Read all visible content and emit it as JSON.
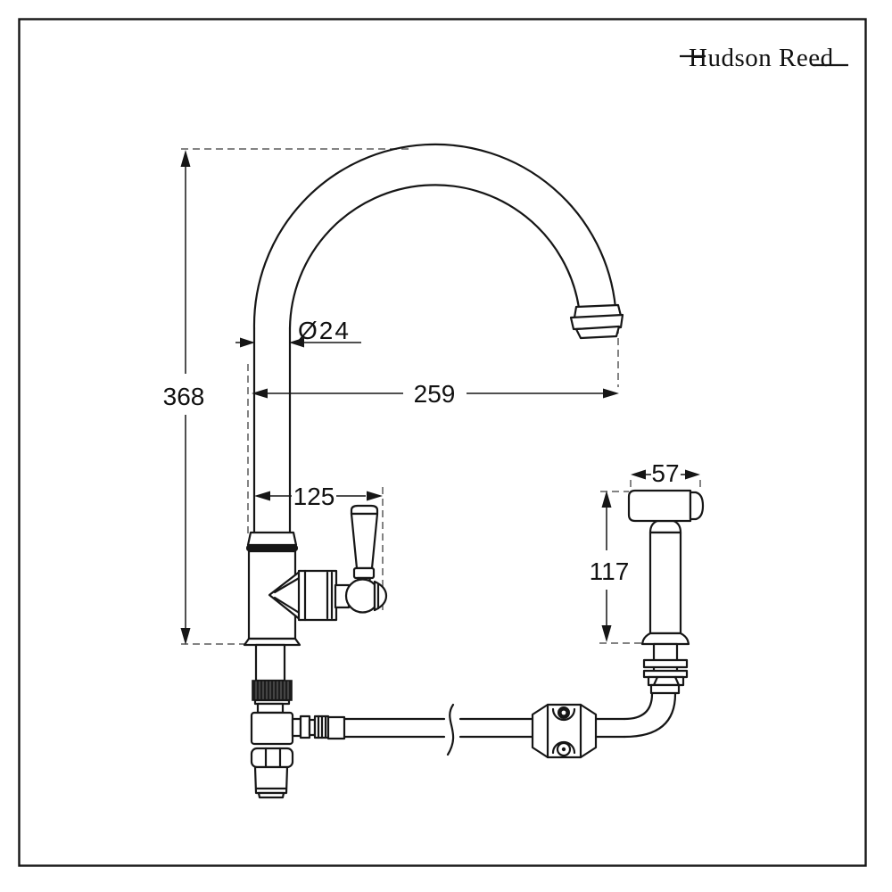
{
  "meta": {
    "type": "technical-dimension-drawing",
    "subject": "kitchen tap with rinser spray",
    "background": "#ffffff",
    "ink_color": "#161616",
    "dash_color": "#5a5a5a"
  },
  "brand": {
    "name": "Hudson Reed"
  },
  "dimensions": {
    "overall_height": "368",
    "spout_reach": "259",
    "spout_diameter": "Ø24",
    "handle_offset": "125",
    "sprayer_head_width": "57",
    "sprayer_body_height": "117"
  }
}
